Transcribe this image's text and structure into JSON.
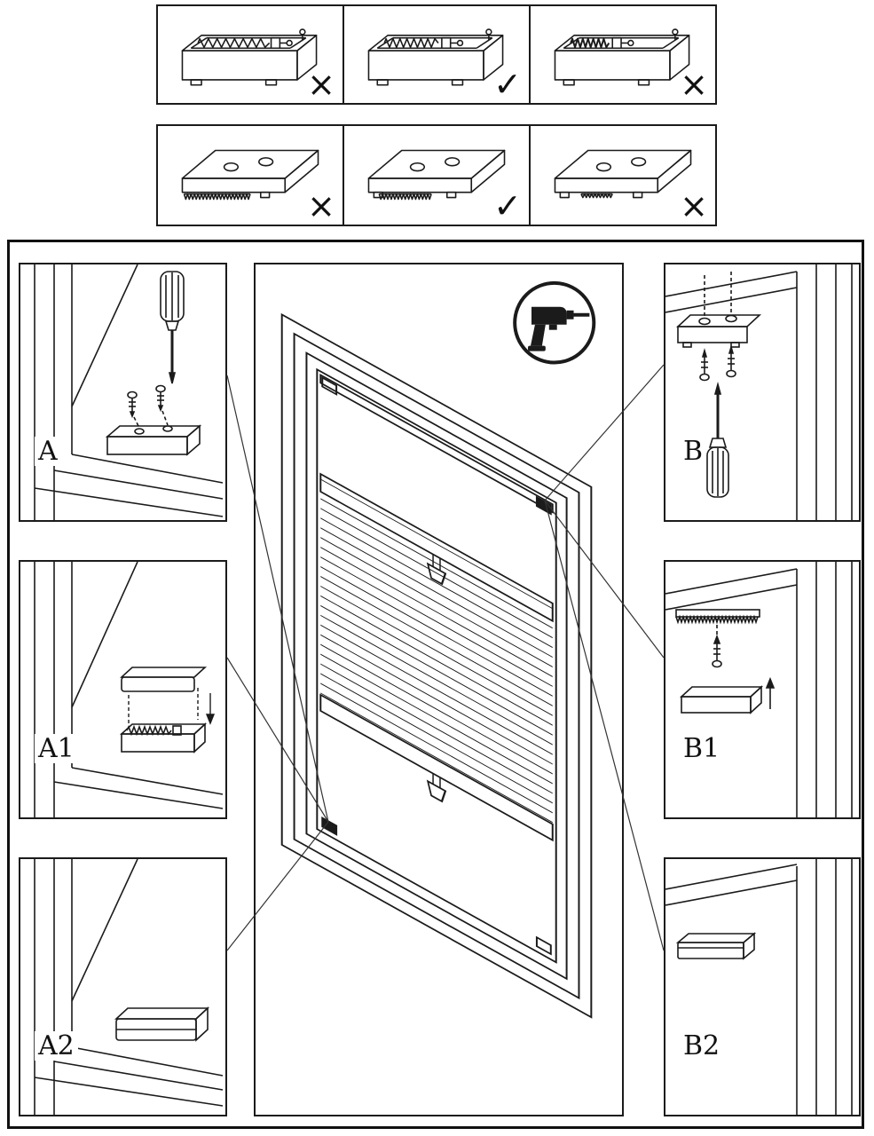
{
  "colors": {
    "ink": "#1b1b1b",
    "background": "#ffffff"
  },
  "marks": {
    "wrong": "×",
    "correct": "✓"
  },
  "top_rows": [
    {
      "illustration": "cord-lock-spring-comparison",
      "panels": [
        {
          "illustration": "spring-over-extended",
          "mark": "×"
        },
        {
          "illustration": "spring-tension-correct",
          "mark": "✓"
        },
        {
          "illustration": "spring-over-compressed",
          "mark": "×"
        }
      ]
    },
    {
      "illustration": "mounting-plate-tooth-strip-comparison",
      "panels": [
        {
          "illustration": "tooth-strip-out-too-far",
          "mark": "×"
        },
        {
          "illustration": "tooth-strip-correct",
          "mark": "✓"
        },
        {
          "illustration": "tooth-strip-retracted",
          "mark": "×"
        }
      ]
    }
  ],
  "callouts": {
    "left": [
      {
        "label": "A",
        "illustration": "bottom-bracket-screw-fixing"
      },
      {
        "label": "A1",
        "illustration": "bottom-bracket-cover-assembly"
      },
      {
        "label": "A2",
        "illustration": "bottom-bracket-installed"
      }
    ],
    "right": [
      {
        "label": "B",
        "illustration": "top-bracket-screw-fixing"
      },
      {
        "label": "B1",
        "illustration": "top-bracket-clip-assembly"
      },
      {
        "label": "B2",
        "illustration": "top-bracket-installed"
      }
    ]
  },
  "center": {
    "illustration": "window-with-pleated-blind",
    "tool_icon": "drill-icon"
  }
}
